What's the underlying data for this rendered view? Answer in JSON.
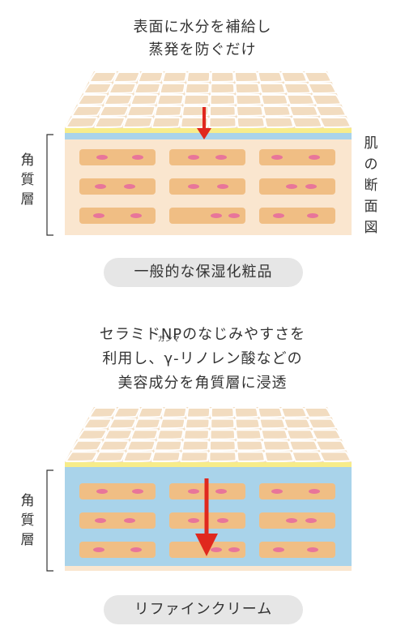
{
  "top": {
    "caption_line1": "表面に水分を補給し",
    "caption_line2": "蒸発を防ぐだけ",
    "layer_label": [
      "角",
      "質",
      "層"
    ],
    "cross_section_label": [
      "肌",
      "の",
      "断",
      "面",
      "図"
    ],
    "product_label": "一般的な保湿化粧品"
  },
  "bottom": {
    "caption_line1": "セラミドNPのなじみやすさを",
    "caption_line2_pre": "利用し、",
    "caption_line2_ruby_base": "γ",
    "caption_line2_ruby_text": "ガンマ",
    "caption_line2_post": "-リノレン酸などの",
    "caption_line3": "美容成分を角質層に浸透",
    "layer_label": [
      "角",
      "質",
      "層"
    ],
    "product_label": "リファインクリーム"
  },
  "colors": {
    "skin_top": "#f2dcc0",
    "skin_cell_stroke": "#ffffff",
    "yellow_layer": "#f7ec8a",
    "blue_layer": "#a9d3ea",
    "stratum_bg": "#fae6cf",
    "cell": "#f0be84",
    "nucleus": "#e8759a",
    "arrow": "#e0281e",
    "pill": "#e6e6e6"
  },
  "icons": [
    "down-arrow-icon"
  ]
}
